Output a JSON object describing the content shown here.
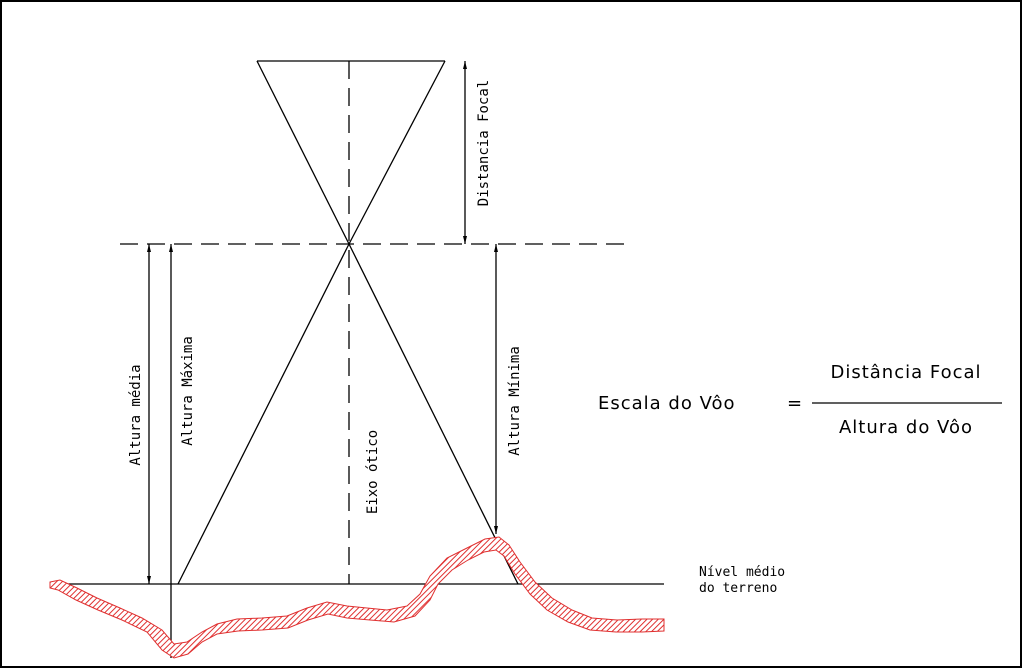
{
  "labels": {
    "focal_distance": "Distancia Focal",
    "average_height": "Altura média",
    "maximum_height": "Altura Máxima",
    "minimum_height": "Altura Mínima",
    "optical_axis": "Eixo ótico",
    "terrain_level_line1": "Nível médio",
    "terrain_level_line2": "do terreno"
  },
  "formula": {
    "lhs": "Escala do Vôo",
    "equals": "=",
    "numerator": "Distância Focal",
    "denominator": "Altura do Vôo"
  },
  "colors": {
    "line": "#000000",
    "terrain": "#e03030",
    "background": "#ffffff"
  }
}
